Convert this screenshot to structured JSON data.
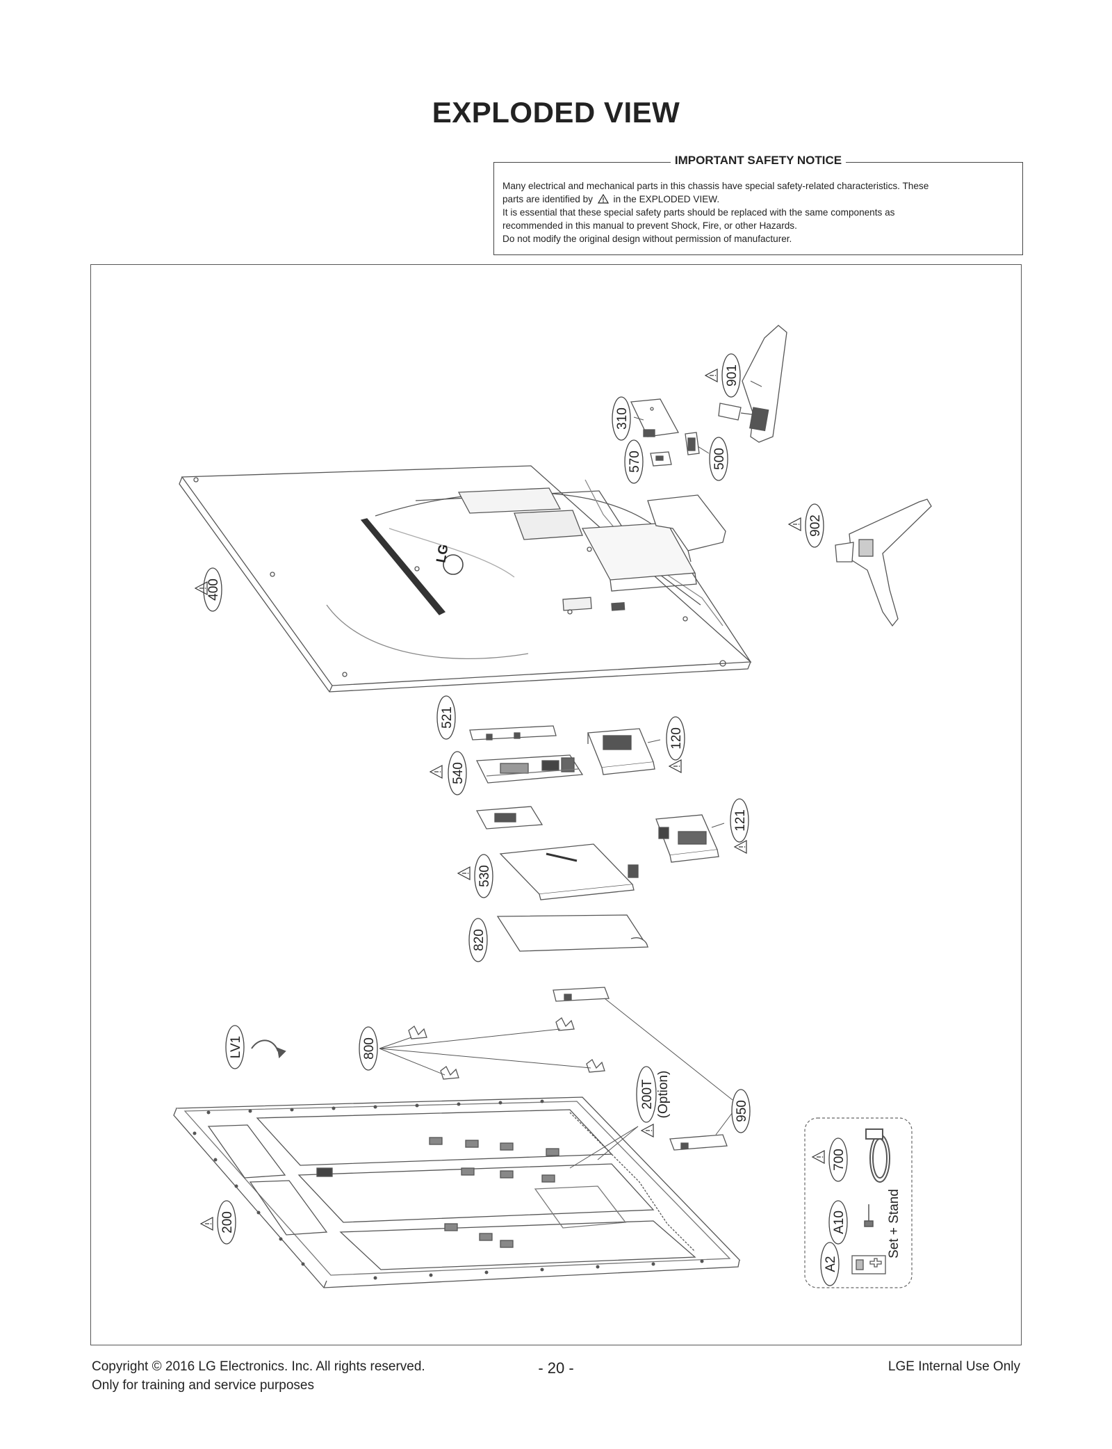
{
  "page": {
    "title": "EXPLODED VIEW"
  },
  "notice": {
    "heading": "IMPORTANT SAFETY NOTICE",
    "line1": "Many electrical and mechanical parts in this chassis have special safety-related characteristics. These",
    "line2_before": "parts are identified by",
    "line2_after": "in the EXPLODED VIEW.",
    "line3": "It is essential that these special safety parts should be replaced with the same components as",
    "line4": "recommended in this manual to prevent Shock, Fire, or other Hazards.",
    "line5": "Do not modify the original design without permission of manufacturer."
  },
  "diagram": {
    "logo_text": "LG",
    "parts": {
      "p901": "901",
      "p310": "310",
      "p570": "570",
      "p500": "500",
      "p902": "902",
      "p400": "400",
      "p521": "521",
      "p120": "120",
      "p540": "540",
      "p121": "121",
      "p530": "530",
      "p820": "820",
      "pLV1": "LV1",
      "p800": "800",
      "p200T": "200T",
      "p200T_note": "(Option)",
      "p950": "950",
      "p200": "200",
      "p700": "700",
      "pA10": "A10",
      "pA2": "A2"
    },
    "accessory_note": "Set + Stand"
  },
  "footer": {
    "copyright": "Copyright  © 2016  LG Electronics. Inc. All rights reserved.",
    "purpose": "Only for training and service purposes",
    "page_number": "- 20 -",
    "internal": "LGE Internal Use Only"
  }
}
